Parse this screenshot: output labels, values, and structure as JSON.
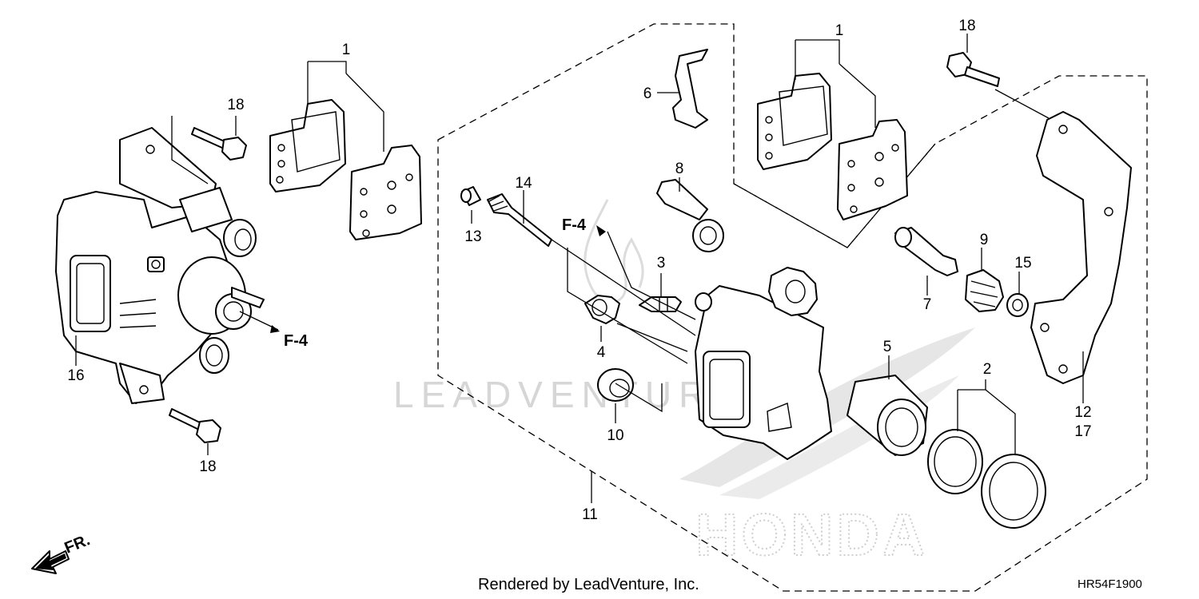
{
  "callouts": {
    "pads_left": "1",
    "pads_right": "1",
    "seal_kit": "2",
    "bleeder": "3",
    "bleeder_cap": "4",
    "piston": "5",
    "pad_spring": "6",
    "pin_lower": "7",
    "pin_boot_upper": "8",
    "boot_right": "9",
    "boot_lower": "10",
    "caliper_sub_assy": "11",
    "bracket_a": "12",
    "bracket_b": "17",
    "pad_pin": "14",
    "pad_pin_plug": "13",
    "washer": "15",
    "caliper_assy": "16",
    "bolt_top_left": "18",
    "bolt_bottom_left": "18",
    "bolt_top_right": "18"
  },
  "references": {
    "left": "F-4",
    "center": "F-4"
  },
  "front_indicator": "FR.",
  "footer": {
    "credit": "Rendered by LeadVenture, Inc.",
    "diagram_code": "HR54F1900"
  },
  "watermarks": {
    "dealer": "LEADVENTURE",
    "brand": "HONDA"
  }
}
